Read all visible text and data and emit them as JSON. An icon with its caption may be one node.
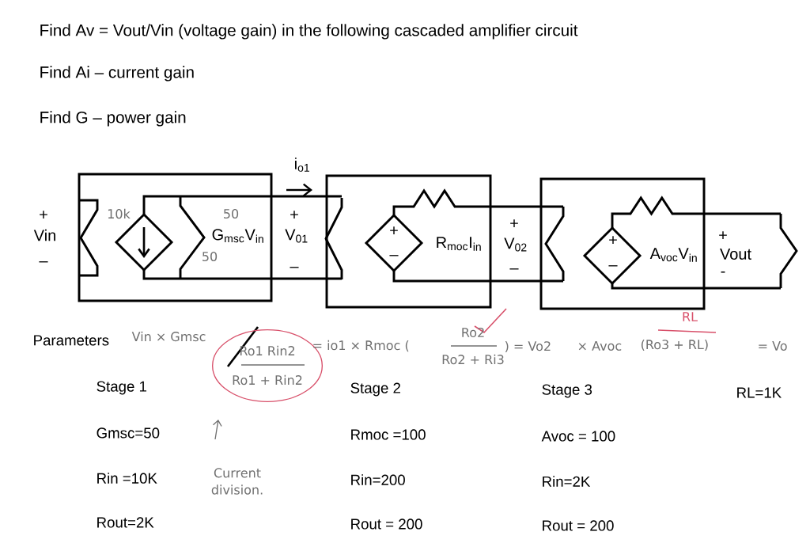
{
  "diagram": {
    "labels": [
      "Find Av = Vout/Vin (voltage gain) in the following cascaded amplifier circuit",
      "Find Ai – current gain",
      "Find G – power gain",
      "i$_{o1}$",
      "+",
      "Vin",
      "–",
      "10k",
      "50",
      "G$_{msc}$V$_{in}$",
      "50",
      "+",
      "V$_{01}$",
      "–",
      "+",
      "–",
      "R$_{moc}$I$_{in}$",
      "+",
      "V$_{02}$",
      "–",
      "+",
      "–",
      "A$_{voc}$V$_{in}$",
      "+",
      "Vout",
      "-",
      "Parameters",
      "Vin × Gmsc",
      "Ro1 Rin2",
      "Ro1 + Rin2",
      "= io1 × Rmoc (",
      "Ro2",
      "Ro2 + Ri3",
      ") = Vo2",
      "× Avoc",
      "RL",
      "(Ro3 + RL)",
      "= Vo",
      "Current division.",
      "Stage 1",
      "Stage 2",
      "Stage 3",
      "RL=1K",
      "Gmsc=50",
      "Rmoc =100",
      "Avoc = 100",
      "Rin =10K",
      "Rin=200",
      "Rin=2K",
      "Rout=2K",
      "Rout = 200",
      "Rout = 200"
    ]
  }
}
